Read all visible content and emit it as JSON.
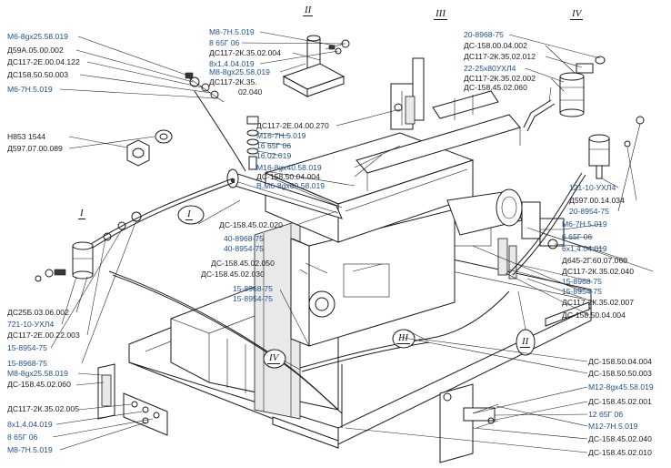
{
  "sections": [
    {
      "id": "I",
      "label": "I"
    },
    {
      "id": "II",
      "label": "II"
    },
    {
      "id": "III",
      "label": "III"
    },
    {
      "id": "IV",
      "label": "IV"
    }
  ],
  "callouts": [
    {
      "id": "c1",
      "label": "I"
    },
    {
      "id": "c2",
      "label": "II"
    },
    {
      "id": "c3",
      "label": "III"
    },
    {
      "id": "c4",
      "label": "IV"
    }
  ],
  "labels": {
    "tl1": "М6-8gх25.58.019",
    "tl2": "Д59А.05.00.002",
    "tl3": "ДС117-2Е.00.04.122",
    "tl4": "ДС158.50.50.003",
    "tl5": "М6-7Н.5.019",
    "tc1": "М8-7Н.5.019",
    "tc2": "8 65Г 06",
    "tc3": "ДС117-2К.35.02.004",
    "tc4": "8х1,4.04.019",
    "tc5": "М8-8gх25.58.019",
    "tc6": "ДС117-2К.35.",
    "tc7": "02.040",
    "ml1": "Н853 1544",
    "ml2": "Д597.07.00.089",
    "cm1": "ДС117-2Е.04.00.270",
    "cm2": "М16-7Н.5.019",
    "cm3": "16 65Г 06",
    "cm4": "16.02.019",
    "cm5": "М16-8gх40.58.019",
    "cm6": "ДС-158.50.04.004",
    "cm7": "В.М6-8gх60.58.019",
    "cl1": "ДС-158.45.02.020",
    "cl2": "40-8968-75",
    "cl3": "40-8954-75",
    "cl4": "ДС-158.45.02.050",
    "cl5": "ДС-158.45.02.030",
    "cl6": "15-8968-75",
    "cl7": "15-8954-75",
    "bl1": "ДС25Б.03.06.002",
    "bl2": "721-10-УХЛ4",
    "bl3": "ДС117-2Е.00.22.003",
    "bl4": "15-8954-75",
    "bl5": "15-8968-75",
    "bl6": "М8-8gх25.58.019",
    "bl7": "ДС-158.45.02.060",
    "bl8": "ДС117-2К.35.02.005",
    "bl9": "8х1,4.04.019",
    "bl10": "8 65Г 06",
    "bl11": "М8-7Н.5.019",
    "tr1": "20-8968-75",
    "tr2": "ДС-158.00.04.002",
    "tr3": "ДС117-2К.35.02.012",
    "tr4": "22-25х80УХЛ4",
    "tr5": "ДС117-2К.35.02.002",
    "tr6": "ДС-158.45.02.060",
    "mr1": "121-10-УХЛ4",
    "mr2": "Д597.00.14.034",
    "mr3": "20-8954-75",
    "mr4": "М6-7Н.5.019",
    "mr5": "6 65Г 06",
    "mr6": "6х1,4.04.019",
    "mr7": "Д645-2Г.60.07.060",
    "mr8": "ДС117-2К.35.02.040",
    "mr9": "15-8968-75",
    "mr10": "15-8954-75",
    "mr11": "ДС117-2К.35.02.007",
    "mr12": "ДС-158.50.04.004",
    "br1": "ДС-158.50.04.004",
    "br2": "ДС-158.50.50.003",
    "br3": "М12-8gх45.58.019",
    "br4": "ДС-158.45.02.001",
    "br5": "12 65Г 06",
    "br6": "М12-7Н.5.019",
    "br7": "ДС-158.45.02.040",
    "br8": "ДС-158.45.02.010"
  }
}
